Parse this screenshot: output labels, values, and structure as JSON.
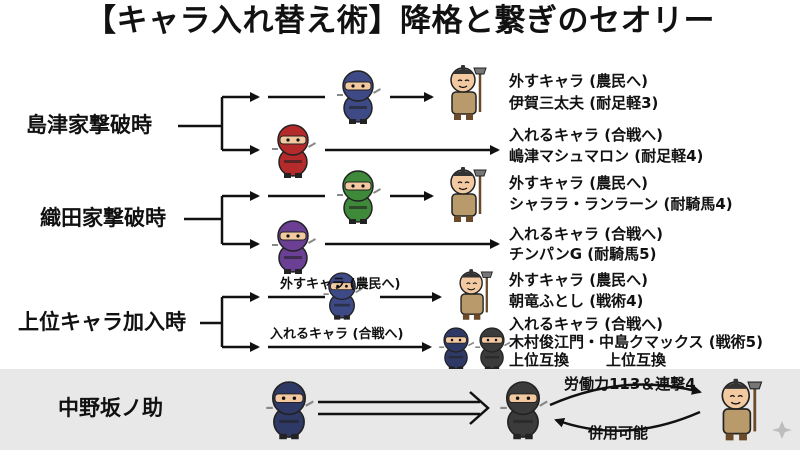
{
  "title": "【キャラ入れ替え術】降格と繋ぎのセオリー",
  "sections": {
    "shimazu": {
      "label": "島津家撃破時",
      "remove_text": "外すキャラ (農民へ)",
      "remove_name": "伊賀三太夫 (耐足軽3)",
      "add_text": "入れるキャラ (合戦へ)",
      "add_name": "嶋津マシュマロン (耐足軽4)"
    },
    "oda": {
      "label": "織田家撃破時",
      "remove_text": "外すキャラ (農民へ)",
      "remove_name": "シャララ・ランラーン (耐騎馬4)",
      "add_text": "入れるキャラ (合戦へ)",
      "add_name": "チンパンG (耐騎馬5)"
    },
    "upper": {
      "label": "上位キャラ加入時",
      "remove_arrow_label": "外すキャラ (農民へ)",
      "add_arrow_label": "入れるキャラ (合戦へ)",
      "remove_text": "外すキャラ (農民へ)",
      "remove_name": "朝竜ふとし (戦術4)",
      "add_text": "入れるキャラ (合戦へ)",
      "add_name": "木村俊江門・中島クマックス (戦術5)",
      "swap_label_1": "上位互換",
      "swap_label_2": "上位互換"
    },
    "nakanosaka": {
      "label": "中野坂ノ助",
      "top_text": "労働力113＆連撃4",
      "bottom_text": "併用可能"
    }
  },
  "icons": {
    "ninja_colors": {
      "blue": "#3d4a86",
      "red": "#b52a2a",
      "green": "#3f8a3a",
      "purple": "#6a3f94",
      "navy": "#2f3966",
      "black": "#3b3b3b"
    },
    "farmer_colors": {
      "clothes": "#b99a6a",
      "skin": "#f2c9a0",
      "tool": "#777777"
    }
  }
}
